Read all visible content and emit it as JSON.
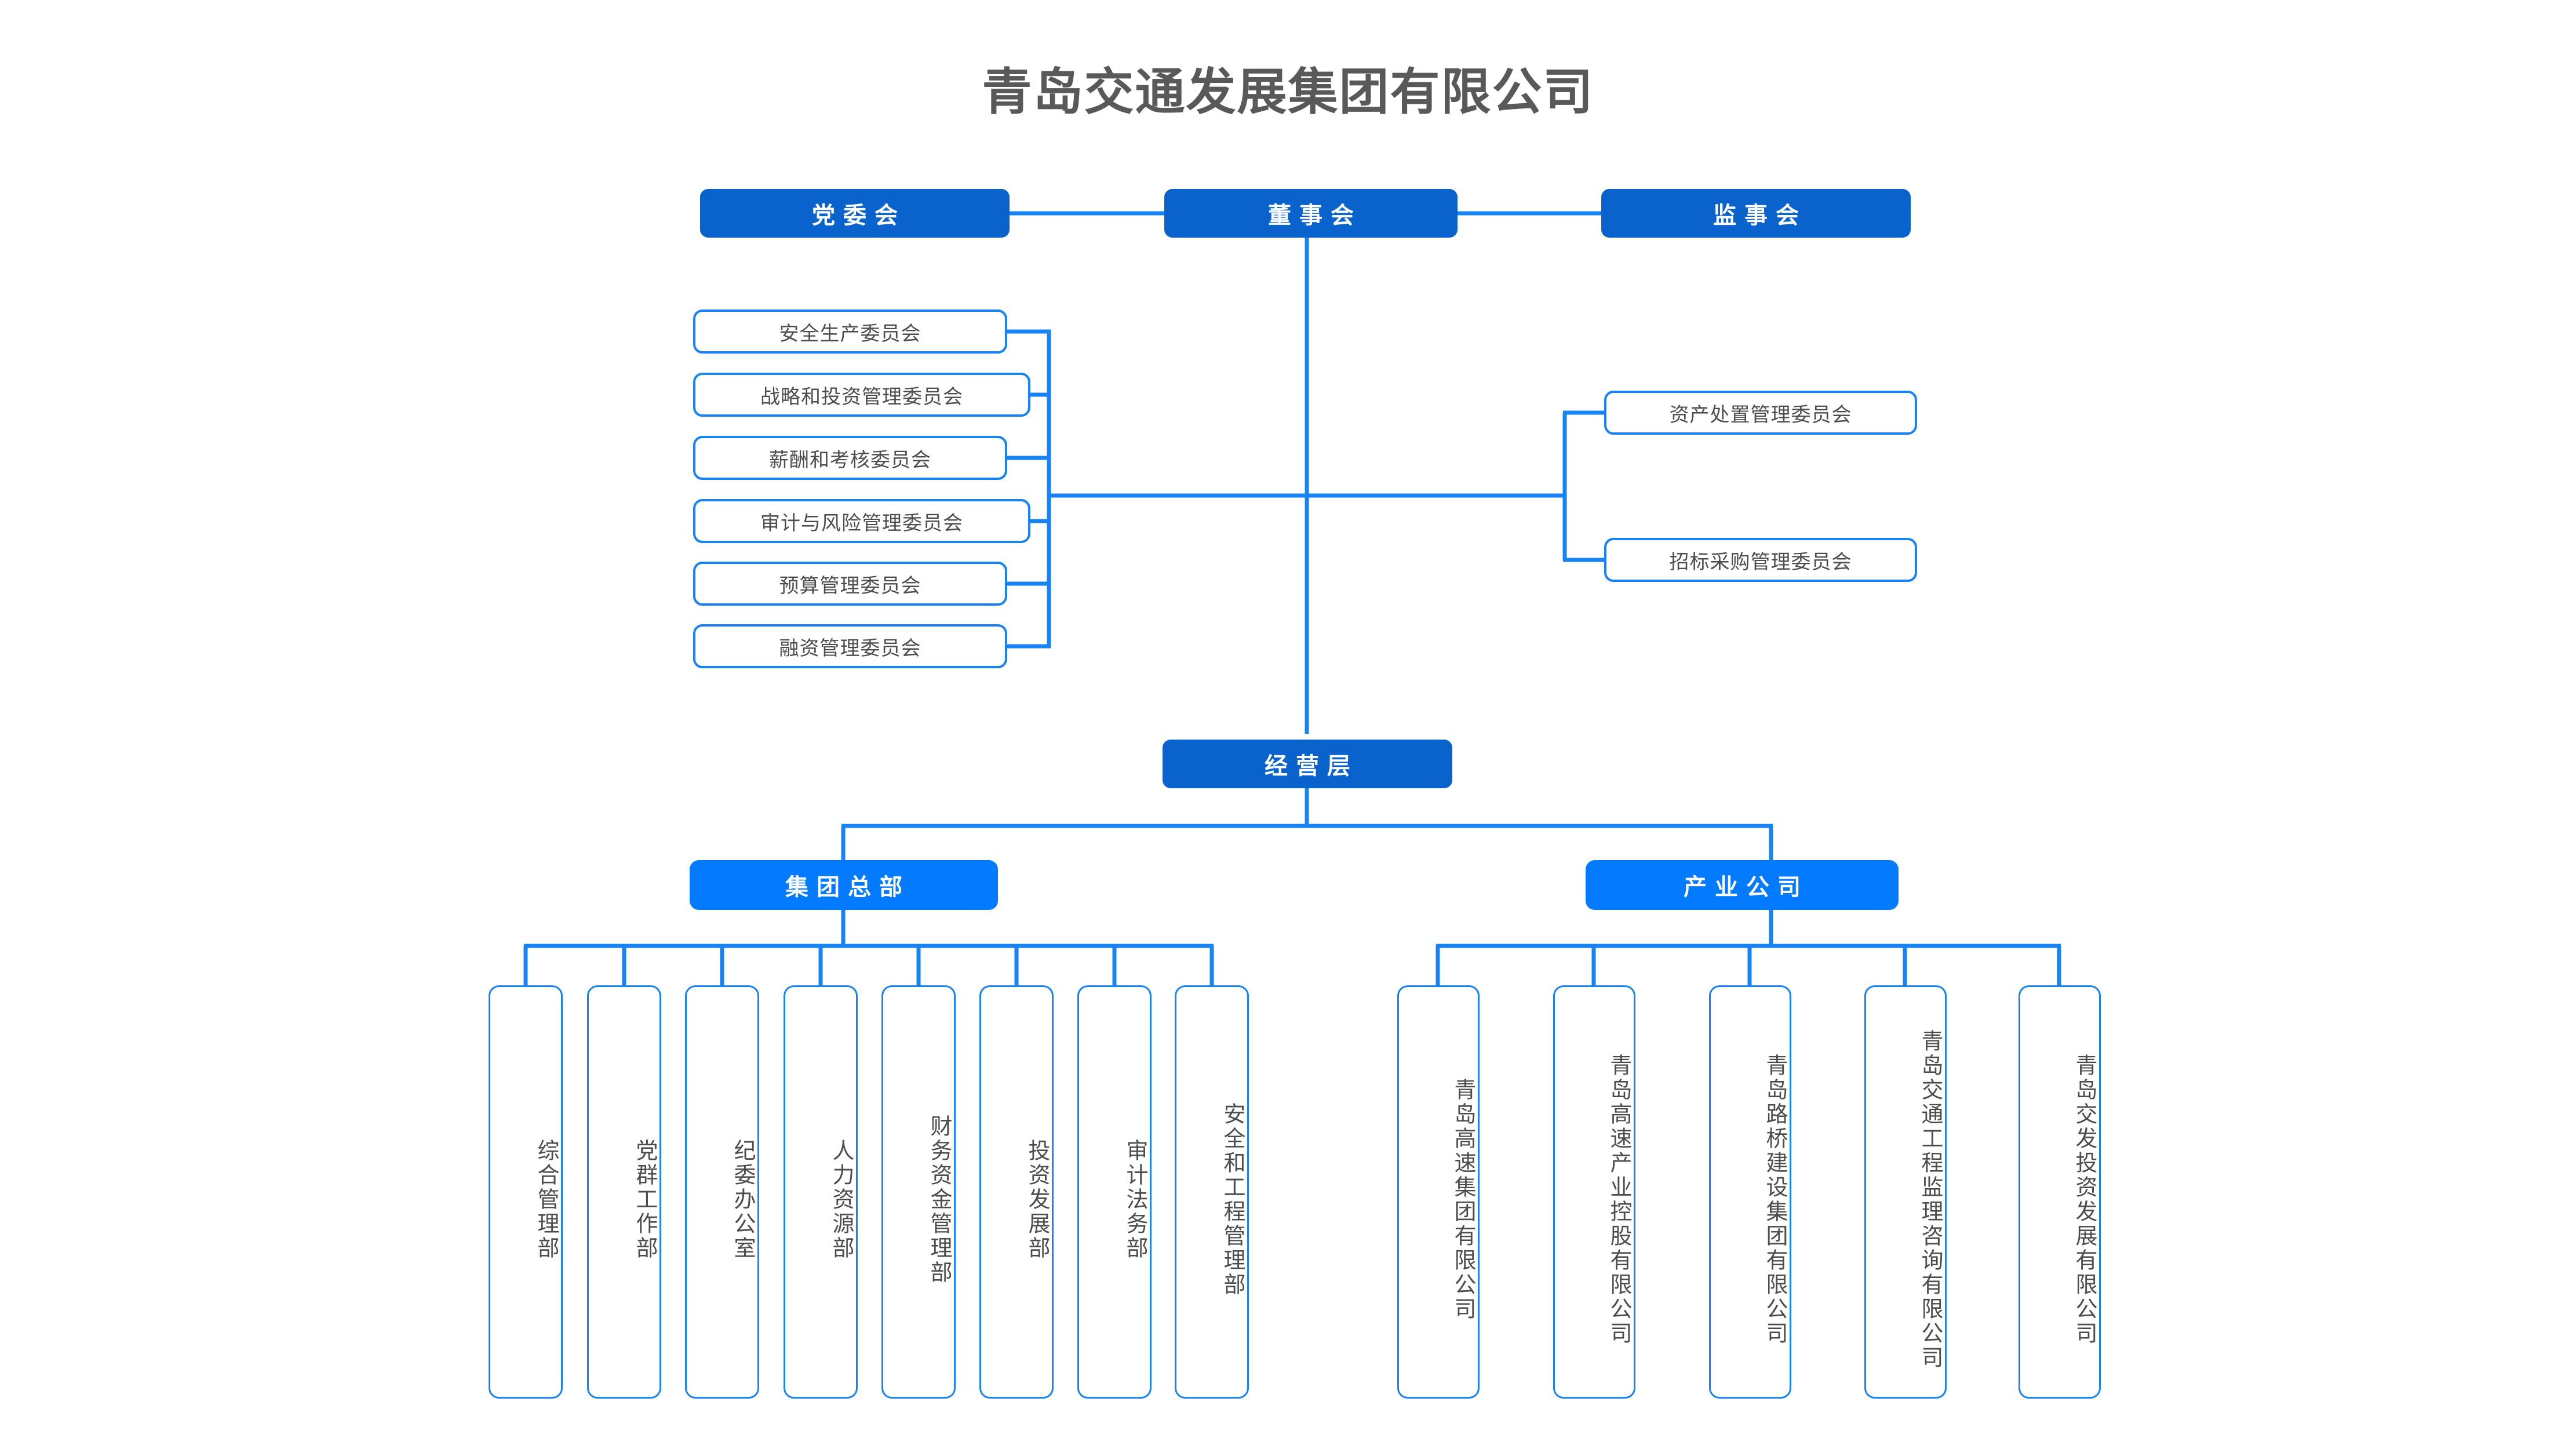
{
  "page": {
    "title": "青岛交通发展集团有限公司",
    "background": "#FFFFFF",
    "colors": {
      "title_text": "#595959",
      "node_dark_blue": "#0A63CC",
      "node_bright_blue": "#047BFF",
      "connector_blue": "#1783F5",
      "pill_border": "#1783F5",
      "pill_text": "#4D4D4D",
      "node_text_light": "#FFFFFF"
    }
  },
  "governance_row": [
    {
      "id": "party-committee",
      "label": "党委会"
    },
    {
      "id": "board-of-directors",
      "label": "董事会"
    },
    {
      "id": "board-of-supervisors",
      "label": "监事会"
    }
  ],
  "left_committees": [
    {
      "id": "safety-production-committee",
      "label": "安全生产委员会"
    },
    {
      "id": "strategy-investment-committee",
      "label": "战略和投资管理委员会"
    },
    {
      "id": "remuneration-appraisal-committee",
      "label": "薪酬和考核委员会"
    },
    {
      "id": "audit-risk-committee",
      "label": "审计与风险管理委员会"
    },
    {
      "id": "budget-management-committee",
      "label": "预算管理委员会"
    },
    {
      "id": "financing-management-committee",
      "label": "融资管理委员会"
    }
  ],
  "right_committees": [
    {
      "id": "asset-disposal-committee",
      "label": "资产处置管理委员会"
    },
    {
      "id": "tender-procurement-committee",
      "label": "招标采购管理委员会"
    }
  ],
  "management_level": {
    "id": "management-level",
    "label": "经营层"
  },
  "branches": [
    {
      "id": "group-headquarters",
      "label": "集团总部"
    },
    {
      "id": "industry-companies",
      "label": "产业公司"
    }
  ],
  "headquarters_departments": [
    {
      "id": "general-management-dept",
      "label": "综合管理部"
    },
    {
      "id": "party-mass-work-dept",
      "label": "党群工作部"
    },
    {
      "id": "discipline-inspection-office",
      "label": "纪委办公室"
    },
    {
      "id": "human-resources-dept",
      "label": "人力资源部"
    },
    {
      "id": "finance-funds-management-dept",
      "label": "财务资金管理部"
    },
    {
      "id": "investment-development-dept",
      "label": "投资发展部"
    },
    {
      "id": "audit-legal-dept",
      "label": "审计法务部"
    },
    {
      "id": "safety-engineering-management-dept",
      "label": "安全和工程管理部"
    }
  ],
  "industry_companies": [
    {
      "id": "qingdao-expressway-group",
      "line1": "青岛高速集团",
      "line2": "有限公司"
    },
    {
      "id": "qingdao-expressway-industrial-holding",
      "line1": "青岛高速产业控股",
      "line2": "有限公司"
    },
    {
      "id": "qingdao-road-bridge-construction-group",
      "line1": "青岛路桥建设集团",
      "line2": "有限公司"
    },
    {
      "id": "qingdao-transport-engineering-supervision",
      "line1": "青岛交通工程监理咨询",
      "line2": "有限公司"
    },
    {
      "id": "qingdao-jiaofa-investment-development",
      "line1": "青岛交发投资发展",
      "line2": "有限公司"
    }
  ]
}
